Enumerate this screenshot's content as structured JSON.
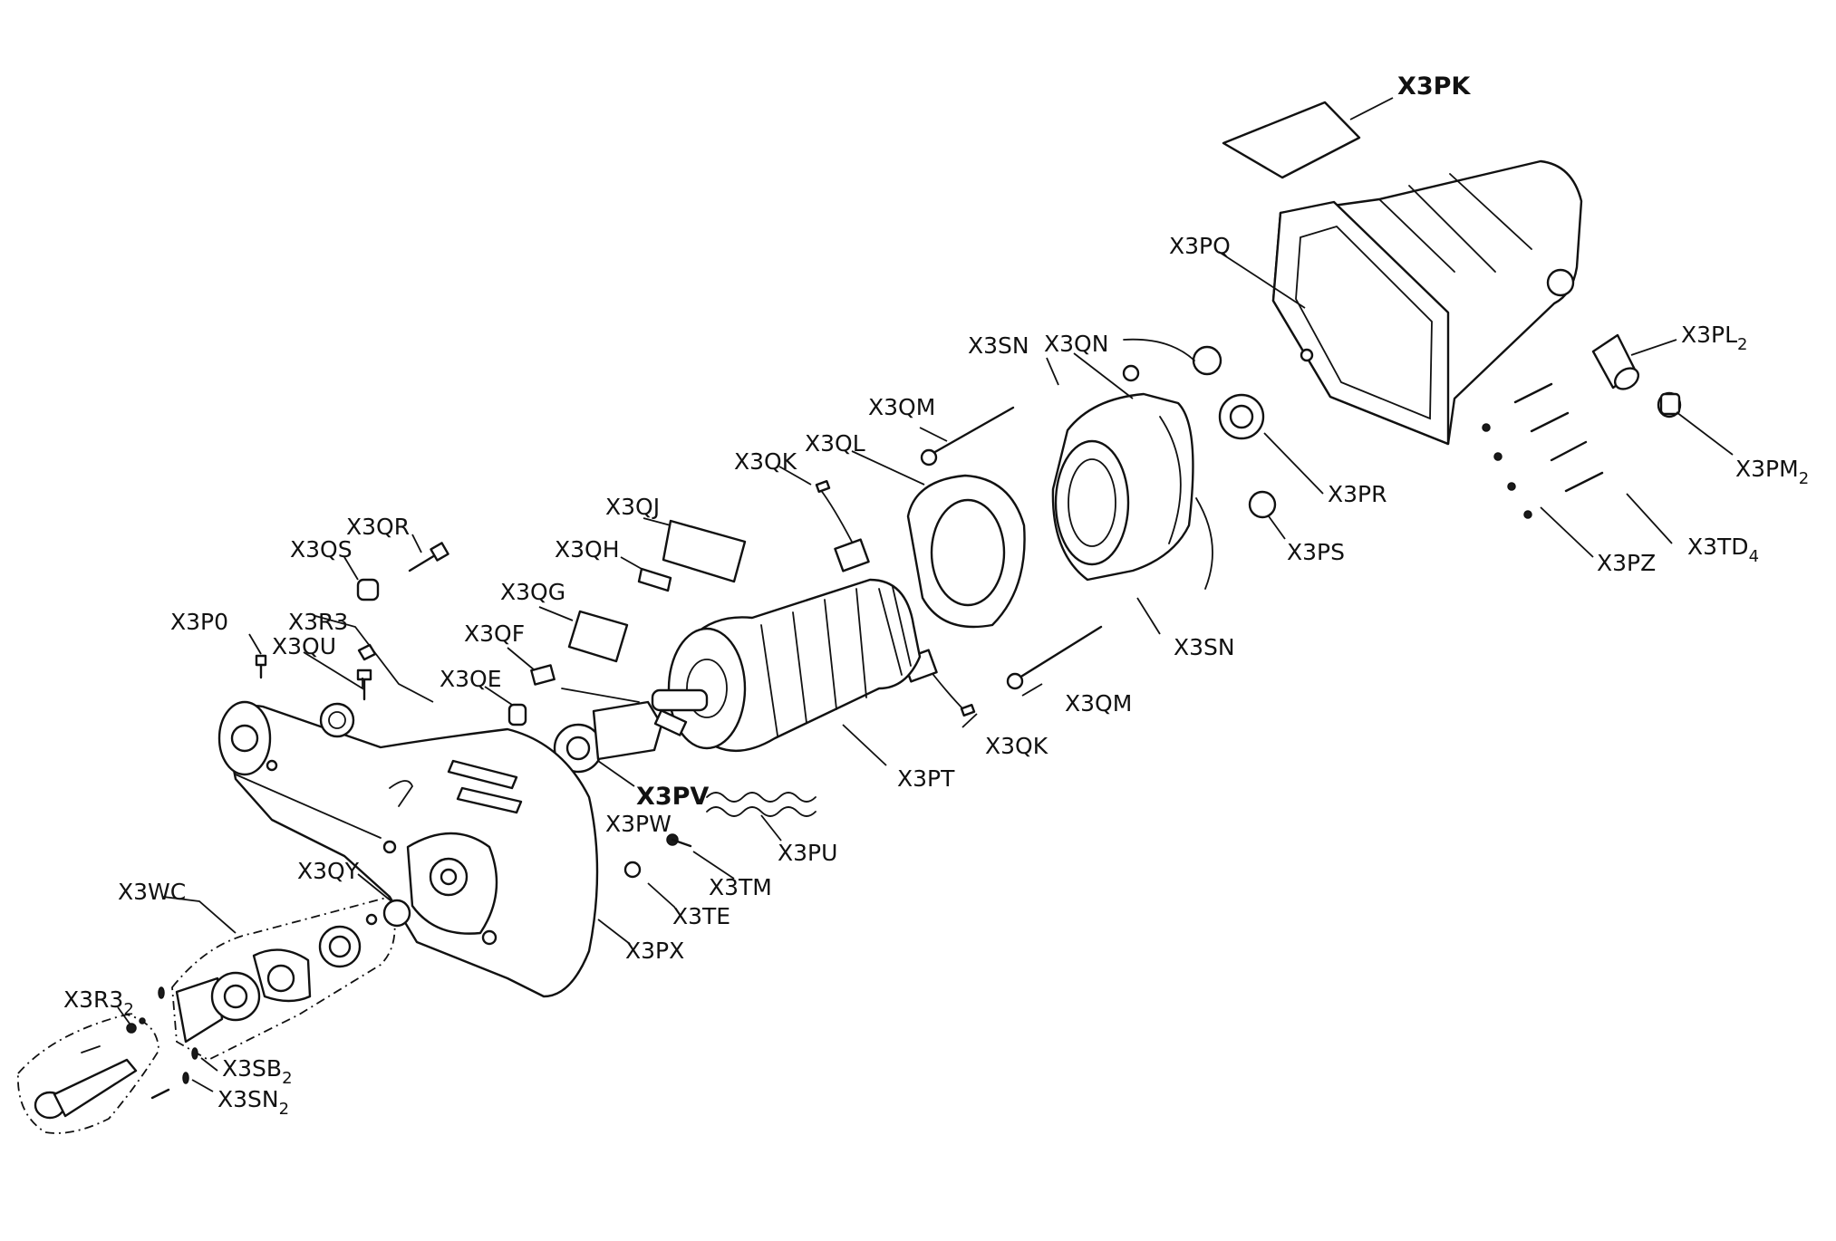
{
  "title": "",
  "callouts": {
    "X3PK": "X3PK",
    "X3PQ": "X3PQ",
    "X3PL": "X3PL",
    "X3PL_sub": "2",
    "X3PM": "X3PM",
    "X3PM_sub": "2",
    "X3PR": "X3PR",
    "X3PS": "X3PS",
    "X3PZ": "X3PZ",
    "X3TD": "X3TD",
    "X3TD_sub": "4",
    "X3SN_top": "X3SN",
    "X3SN_mid": "X3SN",
    "X3QN": "X3QN",
    "X3QM_top": "X3QM",
    "X3QM_bot": "X3QM",
    "X3QL": "X3QL",
    "X3QK_top": "X3QK",
    "X3QK_bot": "X3QK",
    "X3QJ": "X3QJ",
    "X3QH": "X3QH",
    "X3QG": "X3QG",
    "X3QF": "X3QF",
    "X3QE": "X3QE",
    "X3QR": "X3QR",
    "X3QS": "X3QS",
    "X3R3": "X3R3",
    "X3P0": "X3P0",
    "X3QU": "X3QU",
    "X3PT": "X3PT",
    "X3PV": "X3PV",
    "X3PW": "X3PW",
    "X3PU": "X3PU",
    "X3TM": "X3TM",
    "X3TE": "X3TE",
    "X3PX": "X3PX",
    "X3QY": "X3QY",
    "X3WC": "X3WC",
    "X3R3_2": "X3R3",
    "X3R3_2_sub": "2",
    "X3SB": "X3SB",
    "X3SB_sub": "2",
    "X3SN_2": "X3SN",
    "X3SN_2_sub": "2"
  }
}
